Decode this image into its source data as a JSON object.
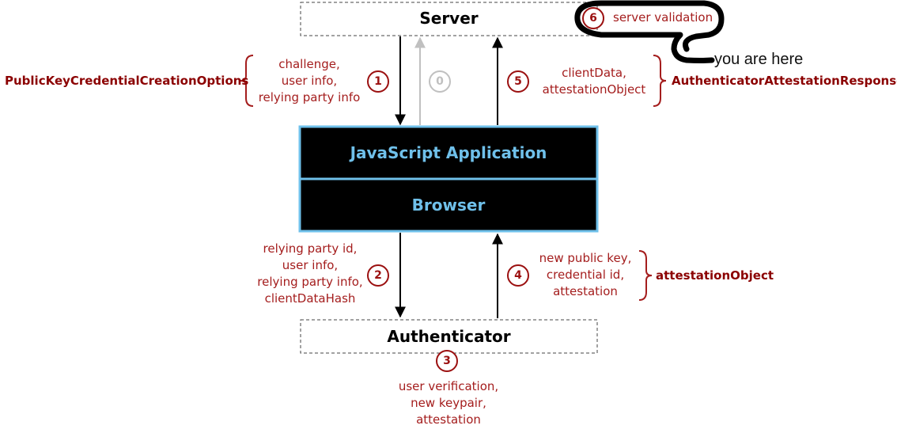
{
  "server": {
    "title": "Server"
  },
  "app": {
    "title": "JavaScript Application"
  },
  "browser": {
    "title": "Browser"
  },
  "authenticator": {
    "title": "Authenticator"
  },
  "steps": {
    "s0": "0",
    "s1": "1",
    "s2": "2",
    "s3": "3",
    "s4": "4",
    "s5": "5",
    "s6": "6"
  },
  "labels": {
    "step1_lines": [
      "challenge,",
      "user info,",
      "relying party info"
    ],
    "step1_type": "PublicKeyCredentialCreationOptions",
    "step5_lines": [
      "clientData,",
      "attestationObject"
    ],
    "step5_type": "AuthenticatorAttestationResponse",
    "step2_lines": [
      "relying party id,",
      "user info,",
      "relying party info,",
      "clientDataHash"
    ],
    "step4_lines": [
      "new public key,",
      "credential id,",
      "attestation"
    ],
    "step4_type": "attestationObject",
    "step3_lines": [
      "user verification,",
      "new keypair,",
      "attestation"
    ],
    "step6": "server validation",
    "annotation": "you are here"
  },
  "colors": {
    "accent": "#8b0000",
    "box_border": "#6fc0ea",
    "box_fill": "#000000",
    "inactive": "#c0c0c0"
  }
}
